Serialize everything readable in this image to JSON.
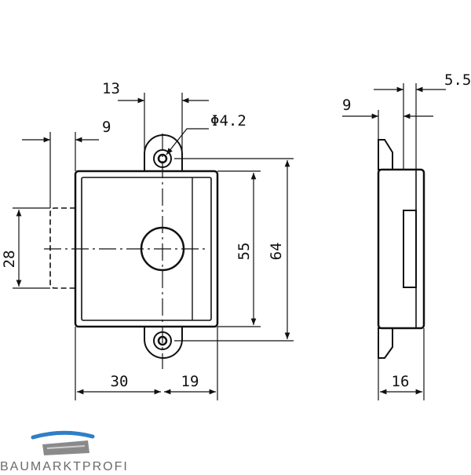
{
  "drawing": {
    "front_view": {
      "dims": {
        "hole_spacing": "13",
        "left_offset": "9",
        "hole_diameter": "Φ4.2",
        "height_28": "28",
        "height_55": "55",
        "height_64": "64",
        "width_30": "30",
        "width_19": "19"
      }
    },
    "side_view": {
      "dims": {
        "thickness_5_5": "5.5",
        "offset_9": "9",
        "depth_16": "16"
      }
    }
  },
  "logo": {
    "text": "BAUMARKTPROFI",
    "colors": {
      "blue": "#2f7fc6",
      "gray": "#6b6b6b"
    }
  }
}
